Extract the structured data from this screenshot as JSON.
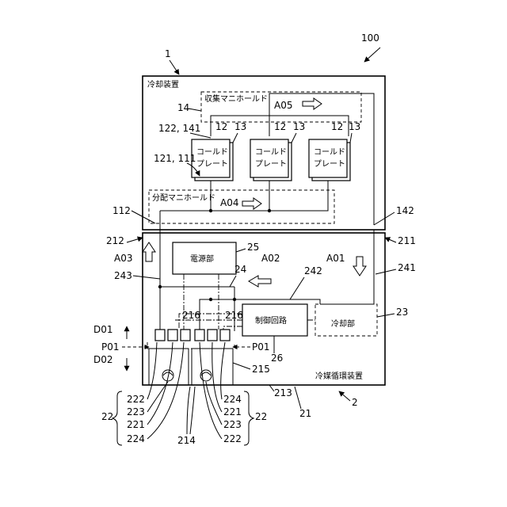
{
  "labels": {
    "system": "100",
    "cooling_device_num": "1",
    "cooling_device": "冷却装置",
    "collect_manifold_num": "14",
    "collect_manifold": "収集マニホールド",
    "a05": "A05",
    "cp_num_left": "122, 141",
    "cp_12": "12",
    "cp_13": "13",
    "cold_plate_line1": "コールド",
    "cold_plate_line2": "プレート",
    "cp_num_inner": "121, 111",
    "distribute_manifold": "分配マニホールド",
    "a04": "A04",
    "n112": "112",
    "n142": "142",
    "n212": "212",
    "n211": "211",
    "a03": "A03",
    "power_unit": "電源部",
    "n25": "25",
    "a02": "A02",
    "a01": "A01",
    "n241": "241",
    "n24": "24",
    "n243": "243",
    "n242": "242",
    "n216": "216",
    "control_circuit": "制御回路",
    "cooling_unit": "冷却部",
    "n23": "23",
    "d01": "D01",
    "p01": "P01",
    "d02": "D02",
    "n26": "26",
    "n215": "215",
    "coolant_device": "冷媒循環装置",
    "n222": "222",
    "n223": "223",
    "n221": "221",
    "n224": "224",
    "n22": "22",
    "n214": "214",
    "n213": "213",
    "n21": "21",
    "n2": "2"
  }
}
